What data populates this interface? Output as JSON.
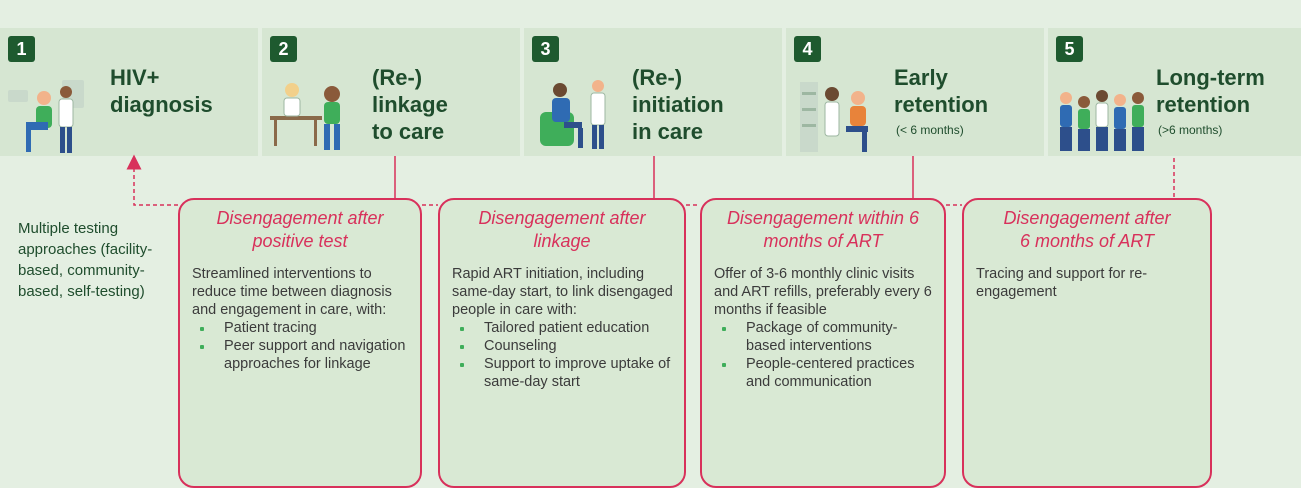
{
  "colors": {
    "accent": "#d8315b",
    "dark_green": "#1e5a2f",
    "stage_bg": "#d6e6d2"
  },
  "stages": [
    {
      "number": "1",
      "title": "HIV+\ndiagnosis",
      "subtitle": "",
      "illustration": "clinician-with-patient-illustration"
    },
    {
      "number": "2",
      "title": "(Re-)\nlinkage\nto care",
      "subtitle": "",
      "illustration": "consultation-desk-illustration"
    },
    {
      "number": "3",
      "title": "(Re-)\ninitiation\nin care",
      "subtitle": "",
      "illustration": "treatment-chair-illustration"
    },
    {
      "number": "4",
      "title": "Early\nretention",
      "subtitle": "(< 6 months)",
      "illustration": "pharmacy-visit-illustration"
    },
    {
      "number": "5",
      "title": "Long-term\nretention",
      "subtitle": "(>6 months)",
      "illustration": "group-of-people-illustration"
    }
  ],
  "testing_note": "Multiple testing approaches (facility-based, community-based, self-testing)",
  "boxes": [
    {
      "title": "Disengagement after\npositive test",
      "intro": "Streamlined interventions to reduce time between diagnosis and engagement in care, with:",
      "bullets": [
        "Patient tracing",
        "Peer support and navigation approaches for linkage"
      ]
    },
    {
      "title": "Disengagement after\nlinkage",
      "intro": "Rapid ART initiation, including same-day start, to link disengaged people in care with:",
      "bullets": [
        "Tailored patient education",
        "Counseling",
        "Support to improve uptake of same-day start"
      ]
    },
    {
      "title": "Disengagement within 6\nmonths of ART",
      "intro": "Offer of 3-6 monthly clinic visits and ART refills, preferably every 6 months if feasible",
      "bullets": [
        "Package of community-based interventions",
        "People-centered practices and communication"
      ]
    },
    {
      "title": "Disengagement after\n6 months of ART",
      "intro": "Tracing and support for re-engagement",
      "bullets": []
    }
  ]
}
